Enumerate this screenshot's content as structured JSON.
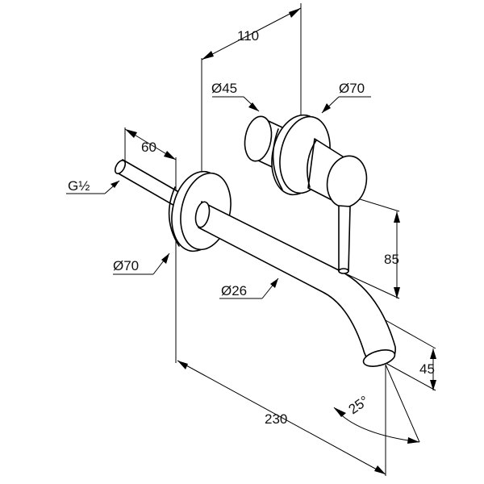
{
  "dimensions": {
    "width_110": "110",
    "width_60": "60",
    "thread": "G½",
    "diameter_45": "Ø45",
    "diameter_70_mixer": "Ø70",
    "diameter_70_rosette": "Ø70",
    "diameter_26": "Ø26",
    "height_85": "85",
    "height_45": "45",
    "length_230": "230",
    "angle_25": "25°"
  }
}
